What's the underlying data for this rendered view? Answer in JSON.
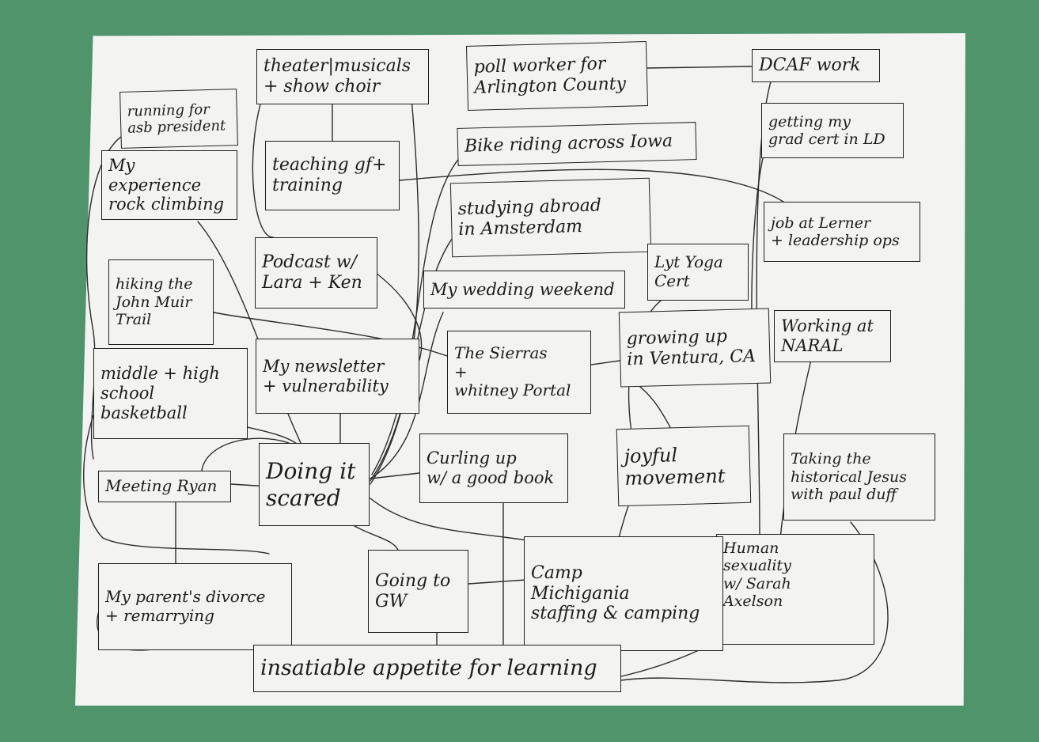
{
  "diagram": {
    "nodes": [
      {
        "id": "theater",
        "text": "theater|musicals\n+ show choir"
      },
      {
        "id": "poll-worker",
        "text": "poll worker for\nArlington County"
      },
      {
        "id": "dcaf",
        "text": "DCAF work"
      },
      {
        "id": "asb",
        "text": "running for\nasb president"
      },
      {
        "id": "grad-cert",
        "text": "getting my\ngrad cert in LD"
      },
      {
        "id": "bike-iowa",
        "text": "Bike riding across Iowa"
      },
      {
        "id": "rock-climbing",
        "text": "My experience\nrock climbing"
      },
      {
        "id": "teaching-gf",
        "text": "teaching gf+\ntraining"
      },
      {
        "id": "amsterdam",
        "text": "studying abroad\nin Amsterdam"
      },
      {
        "id": "lerner",
        "text": "job at Lerner\n+ leadership ops"
      },
      {
        "id": "podcast",
        "text": "Podcast w/\nLara + Ken"
      },
      {
        "id": "yoga",
        "text": "Lyt Yoga\nCert"
      },
      {
        "id": "wedding",
        "text": "My wedding weekend"
      },
      {
        "id": "jmt",
        "text": "hiking the\nJohn Muir\nTrail"
      },
      {
        "id": "naral",
        "text": "Working at\nNARAL"
      },
      {
        "id": "ventura",
        "text": "growing up\nin Ventura, CA"
      },
      {
        "id": "sierras",
        "text": "The Sierras\n+\nwhitney Portal"
      },
      {
        "id": "newsletter",
        "text": "My newsletter\n+ vulnerability"
      },
      {
        "id": "basketball",
        "text": "middle + high\nschool basketball"
      },
      {
        "id": "joyful",
        "text": "joyful\nmovement"
      },
      {
        "id": "jesus",
        "text": "Taking the\nhistorical Jesus\nwith paul duff"
      },
      {
        "id": "scared",
        "text": "Doing it\nscared"
      },
      {
        "id": "book",
        "text": "Curling up\nw/ a good book"
      },
      {
        "id": "ryan",
        "text": "Meeting Ryan"
      },
      {
        "id": "sexuality",
        "text": "Human\nsexuality\nw/ Sarah\nAxelson"
      },
      {
        "id": "gw",
        "text": "Going to\nGW"
      },
      {
        "id": "camp",
        "text": "Camp\nMichigania\nstaffing & camping"
      },
      {
        "id": "divorce",
        "text": "My parent's divorce\n+ remarrying"
      },
      {
        "id": "learning",
        "text": "insatiable appetite for learning"
      }
    ]
  },
  "colors": {
    "background": "#4f946a",
    "paper": "#f3f3f1",
    "ink": "#1f1f1f"
  }
}
